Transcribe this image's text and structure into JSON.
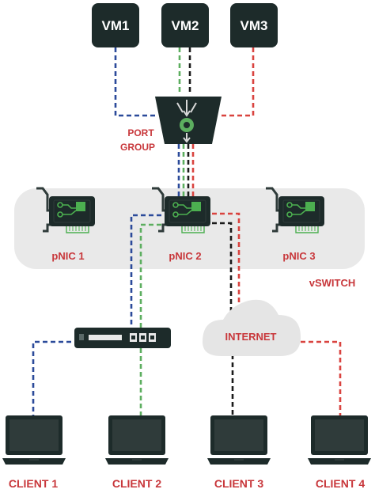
{
  "colors": {
    "vm_box": "#1d2b2a",
    "label_red": "#c8373b",
    "blue_link": "#2b4a9a",
    "green_link": "#5cae5f",
    "black_link": "#1a1a1a",
    "red_link": "#d9433f",
    "vswitch_bg": "#e9e9e9",
    "nic_green": "#4caf50",
    "nic_dark": "#2f3b3a"
  },
  "vms": [
    {
      "label": "VM1"
    },
    {
      "label": "VM2"
    },
    {
      "label": "VM3"
    }
  ],
  "port_group": {
    "line1": "PORT",
    "line2": "GROUP",
    "icon": "funnel-icon"
  },
  "vswitch": {
    "label": "vSWITCH"
  },
  "pnics": [
    {
      "label": "pNIC 1",
      "icon": "network-card-icon"
    },
    {
      "label": "pNIC 2",
      "icon": "network-card-icon"
    },
    {
      "label": "pNIC 3",
      "icon": "network-card-icon"
    }
  ],
  "router": {
    "icon": "router-icon"
  },
  "internet": {
    "label": "INTERNET",
    "icon": "cloud-icon"
  },
  "clients": [
    {
      "label": "CLIENT 1",
      "icon": "laptop-icon"
    },
    {
      "label": "CLIENT 2",
      "icon": "laptop-icon"
    },
    {
      "label": "CLIENT 3",
      "icon": "laptop-icon"
    },
    {
      "label": "CLIENT 4",
      "icon": "laptop-icon"
    }
  ]
}
